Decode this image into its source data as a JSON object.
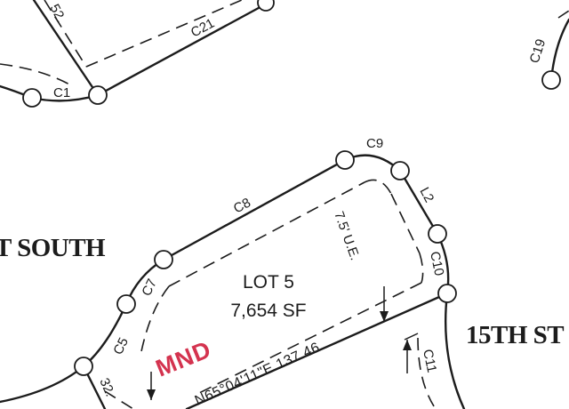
{
  "plat": {
    "lot": {
      "title": "LOT 5",
      "area": "7,654 SF"
    },
    "streets": {
      "south": "T SOUTH",
      "fifteenth": "15TH ST"
    },
    "stamp": {
      "text": "MND",
      "color": "#d4334f"
    },
    "easement_label": "7.5' U.E.",
    "bearing": "N65°04'11\"E 137.46",
    "curves": {
      "c1": "C1",
      "c5": "C5",
      "c7": "C7",
      "c8": "C8",
      "c9": "C9",
      "c10": "C10",
      "c11": "C11",
      "c19": "C19",
      "c21": "C21"
    },
    "lines": {
      "l2": "L2"
    },
    "partial_dims": {
      "top": "52.",
      "bottom": "32."
    },
    "colors": {
      "ink": "#1c1c1c",
      "paper": "#ffffff"
    }
  }
}
